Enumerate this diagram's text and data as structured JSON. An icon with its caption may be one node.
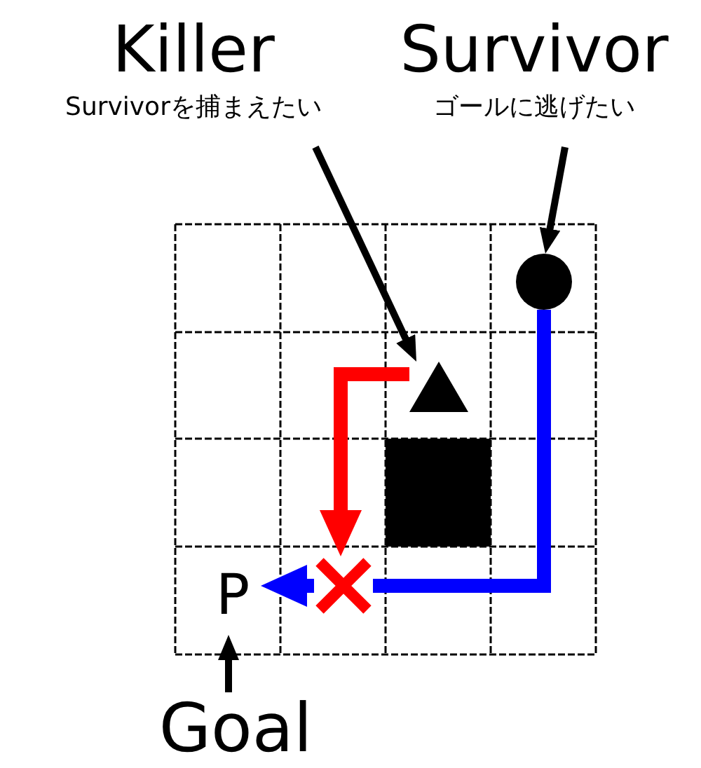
{
  "diagram": {
    "nodes": [
      {
        "text": [
          "Killer",
          "Survivorを捕まえたい"
        ]
      },
      {
        "text": [
          "Survivor",
          "ゴールに逃げたい"
        ]
      },
      {
        "text": [],
        "shape": "triangle"
      },
      {
        "text": [],
        "shape": "circle"
      },
      {
        "text": [
          "P"
        ]
      },
      {
        "text": [
          "Goal"
        ]
      },
      {
        "text": [],
        "shape": "box"
      },
      {
        "text": [],
        "shape": "cross"
      }
    ],
    "edges": [
      {
        "from": 0,
        "to": 2,
        "arrow": "to"
      },
      {
        "from": 1,
        "to": 3,
        "arrow": "to"
      },
      {
        "from": 5,
        "to": 4,
        "arrow": "to"
      },
      {
        "from": 2,
        "to": 7,
        "arrow": "to",
        "style": "thick",
        "color": "#ff0000"
      },
      {
        "from": 3,
        "to": 7,
        "arrow": "none",
        "style": "thick",
        "color": "#0000ff"
      },
      {
        "from": 7,
        "to": 4,
        "arrow": "to",
        "style": "thick",
        "color": "#0000ff"
      }
    ]
  }
}
